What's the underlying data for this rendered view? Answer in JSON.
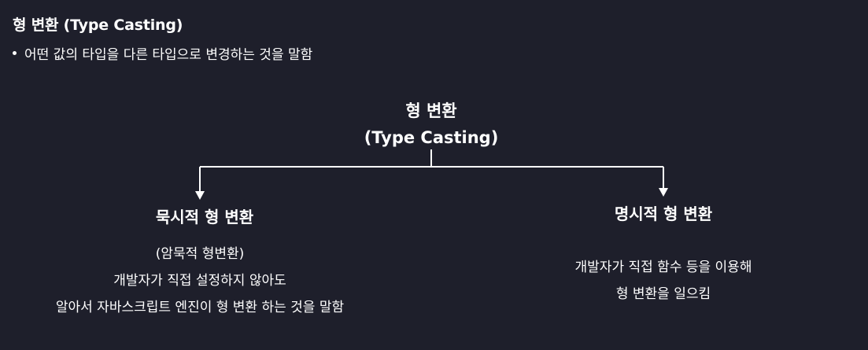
{
  "header": {
    "title": "형 변환 (Type Casting)",
    "bullet": "어떤 값의 타입을 다른 타입으로 변경하는 것을 말함"
  },
  "diagram": {
    "root": {
      "line1": "형 변환",
      "line2": "(Type Casting)"
    },
    "left": {
      "title": "묵시적 형 변환",
      "desc": [
        "(암묵적 형변환)",
        "개발자가 직접 설정하지 않아도",
        "알아서 자바스크립트 엔진이 형 변환 하는 것을 말함"
      ]
    },
    "right": {
      "title": "명시적 형 변환",
      "desc": [
        "개발자가 직접 함수 등을 이용해",
        "형 변환을 일으킴"
      ]
    }
  },
  "colors": {
    "background": "#1e1f2b",
    "text": "#ffffff"
  }
}
